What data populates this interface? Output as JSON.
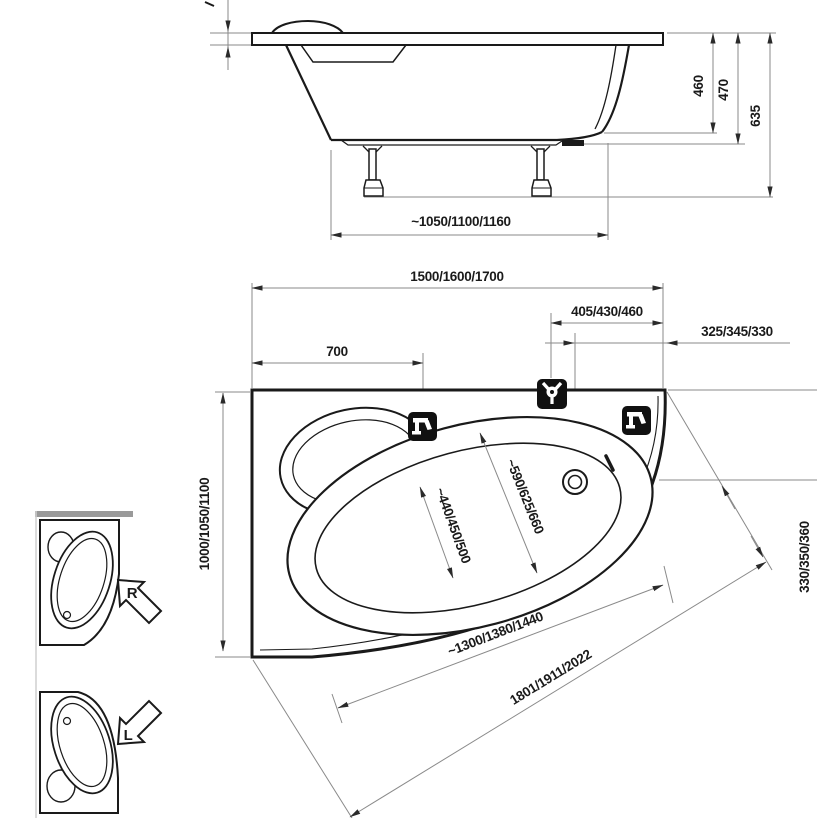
{
  "colors": {
    "line": "#1a1a1a",
    "dim_line": "#8a8a8a",
    "label": "#1a1a1a",
    "icon_bg": "#111111",
    "divider_bar": "#9a9a9a",
    "faint_rule": "#cfcfcf",
    "background": "#ffffff"
  },
  "side_view": {
    "dim_depth_inner": "460",
    "dim_depth_outer": "470",
    "dim_total_height": "635",
    "dim_leg_spacing": "~1050/1100/1160"
  },
  "plan_view": {
    "dim_length": "1500/1600/1700",
    "dim_mixer_offset": "405/430/460",
    "dim_drain_offset": "325/345/330",
    "dim_faucet_offset": "700",
    "dim_width": "1000/1050/1100",
    "dim_inner_width_foot": "~440/450/500",
    "dim_inner_width_head": "~590/625/660",
    "dim_inner_length": "~1300/1380/1440",
    "dim_front_length": "1801/1911/2022",
    "dim_corner_offset": "330/350/360"
  },
  "variant_selector": {
    "right_label": "R",
    "left_label": "L"
  },
  "icons": {
    "mixer": "three-way-mixer",
    "faucet_left": "wall-faucet",
    "faucet_right": "wall-faucet",
    "drain": "drain-circle"
  }
}
